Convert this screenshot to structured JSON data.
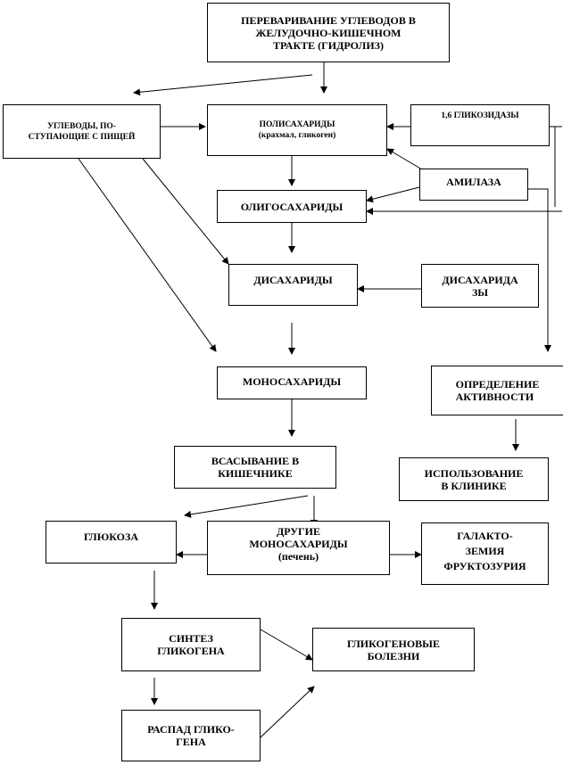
{
  "nodes": {
    "title": "ПЕРЕВАРИВАНИЕ  УГЛЕВОДОВ В\nЖЕЛУДОЧНО-КИШЕЧНОМ\nТРАКТЕ  (ГИДРОЛИЗ)",
    "dietary": "УГЛЕВОДЫ, ПО-\nСТУПАЮЩИЕ  С ПИЩЕЙ",
    "polysaccharides": "ПОЛИСАХАРИДЫ",
    "polysaccharides_sub": "(крахмал, гликоген)",
    "glucosidase": "1,6 ГЛИКОЗИДАЗЫ",
    "amylase": "АМИЛАЗА",
    "oligosaccharides": "ОЛИГОСАХАРИДЫ",
    "disaccharides": "ДИСАХАРИДЫ",
    "disaccharidases": "ДИСАХАРИДА\nЗЫ",
    "monosaccharides": "МОНОСАХАРИДЫ",
    "activity": "ОПРЕДЕЛЕНИЕ\nАКТИВНОСТИ",
    "absorption": "ВСАСЫВАНИЕ  В\nКИШЕЧНИКЕ",
    "clinical": "ИСПОЛЬЗОВАНИЕ\nВ КЛИНИКЕ",
    "glucose": "ГЛЮКОЗА",
    "other_mono": "ДРУГИЕ\nМОНОСАХАРИДЫ\n(печень)",
    "galactosemia": "ГАЛАКТО-\nЗЕМИЯ\nФРУКТОЗУРИЯ",
    "glycogen_synthesis": "СИНТЕЗ\nГЛИКОГЕНА",
    "glycogen_diseases": "ГЛИКОГЕНОВЫЕ\nБОЛЕЗНИ",
    "glycogen_breakdown": "РАСПАД ГЛИКО-\nГЕНА"
  }
}
